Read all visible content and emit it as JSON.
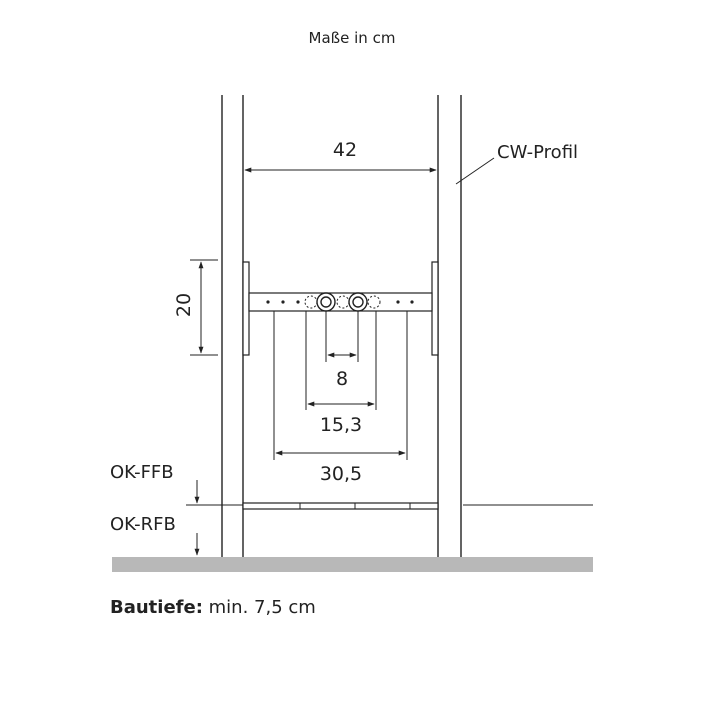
{
  "header": {
    "units_note": "Maße in cm"
  },
  "labels": {
    "profile": "CW-Profil",
    "finished_floor": "OK-FFB",
    "raw_floor": "OK-RFB"
  },
  "dimensions": {
    "width": "42",
    "height": "20",
    "spacing_inner": "8",
    "spacing_middle": "15,3",
    "spacing_outer": "30,5"
  },
  "footer": {
    "label": "Bautiefe:",
    "value": " min. 7,5 cm"
  }
}
